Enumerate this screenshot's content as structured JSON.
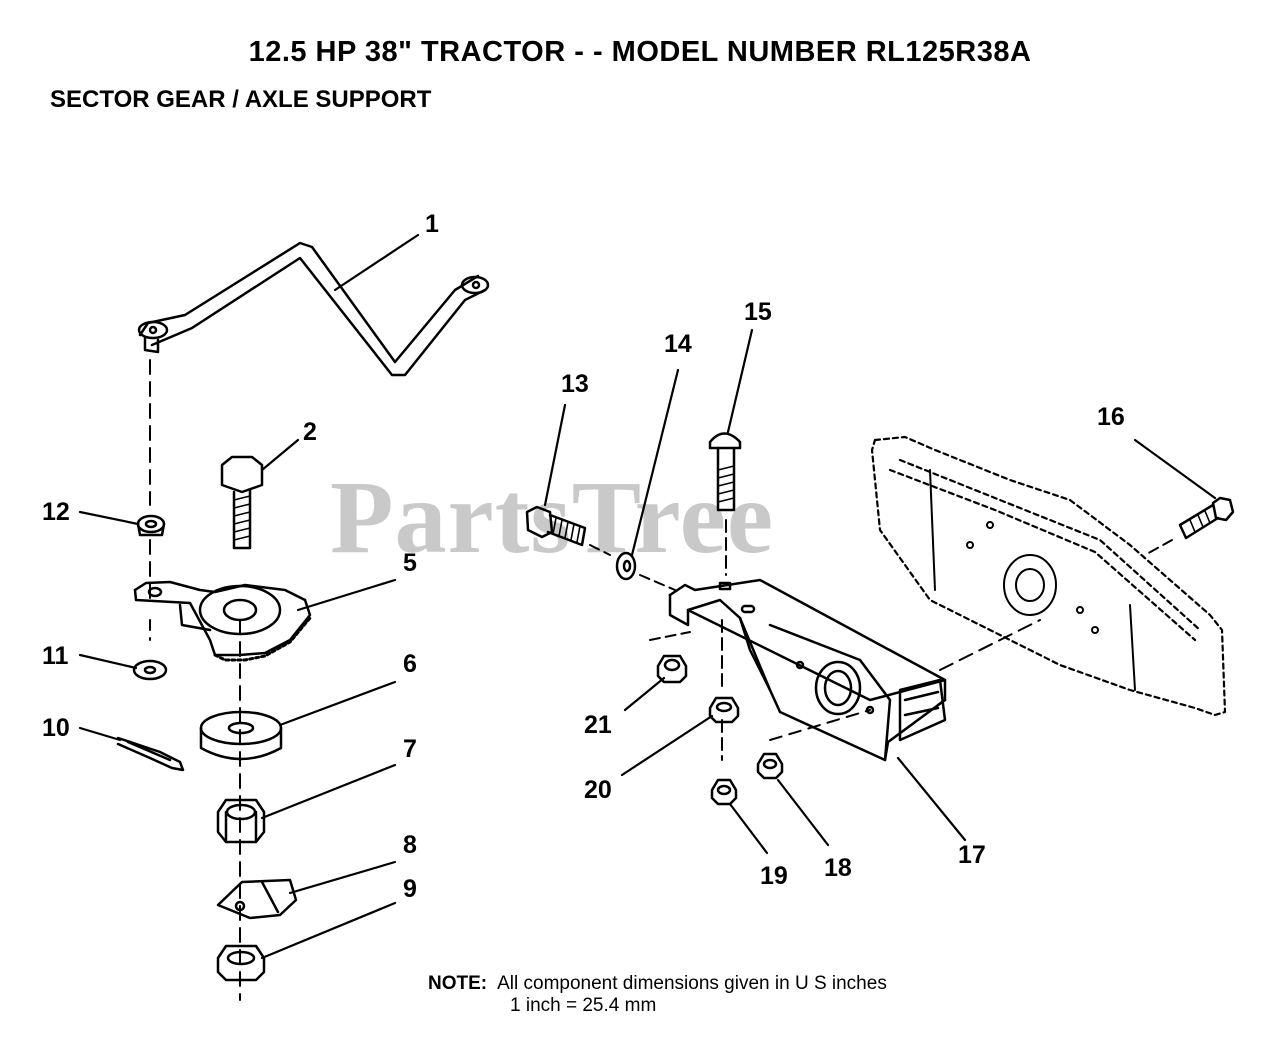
{
  "header": {
    "title": "12.5 HP 38\" TRACTOR - - MODEL NUMBER RL125R38A",
    "subtitle": "SECTOR GEAR / AXLE SUPPORT"
  },
  "watermark": "PartsTree",
  "callouts": {
    "c1": "1",
    "c2": "2",
    "c5": "5",
    "c6": "6",
    "c7": "7",
    "c8": "8",
    "c9": "9",
    "c10": "10",
    "c11": "11",
    "c12": "12",
    "c13": "13",
    "c14": "14",
    "c15": "15",
    "c16": "16",
    "c17": "17",
    "c18": "18",
    "c19": "19",
    "c20": "20",
    "c21": "21"
  },
  "note": {
    "label": "NOTE:",
    "line1": "All component dimensions given in U S  inches",
    "line2": "1 inch = 25.4 mm"
  }
}
